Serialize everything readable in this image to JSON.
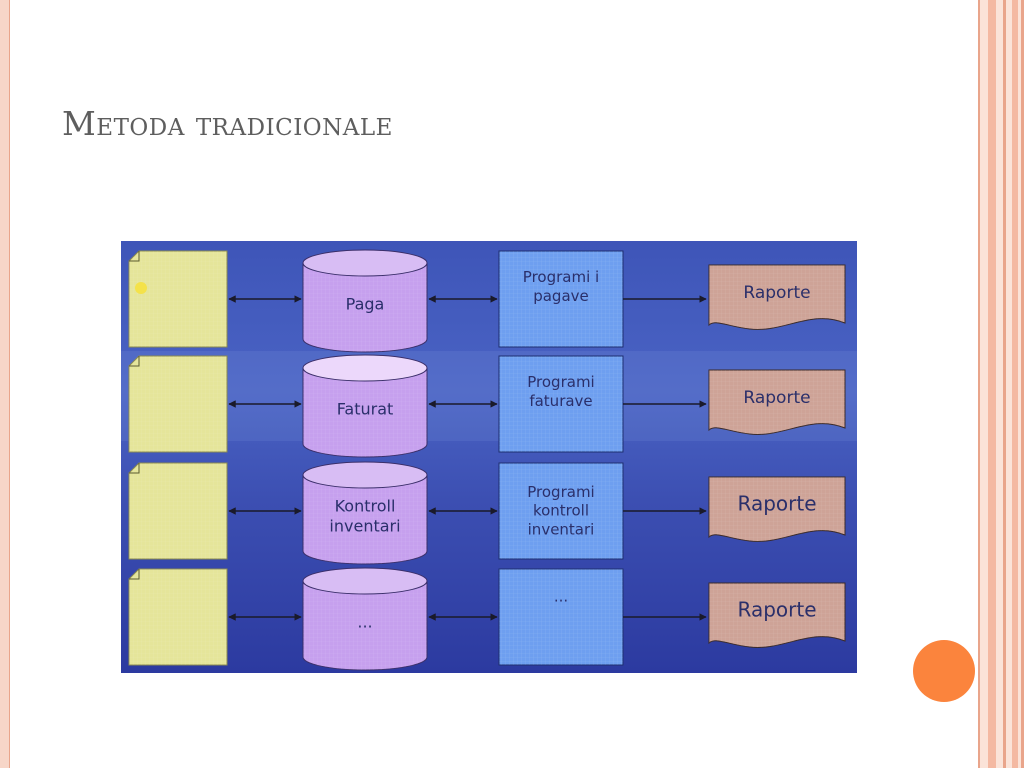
{
  "slide": {
    "title": "Metoda tradicionale"
  },
  "colors": {
    "accent": "#fb843d",
    "frame_border": "#e9a58b",
    "document_fill": "#e5e59a",
    "database_fill": "#c6a0ee",
    "program_fill": "#6e9ff0",
    "report_fill": "#cea397",
    "background_blue": "#3f51b4"
  },
  "diagram": {
    "rows": [
      {
        "database": [
          "Paga"
        ],
        "program": [
          "Programi i",
          "pagave"
        ],
        "report": "Raporte"
      },
      {
        "database": [
          "Faturat"
        ],
        "program": [
          "Programi",
          "faturave"
        ],
        "report": "Raporte"
      },
      {
        "database": [
          "Kontroll",
          "inventari"
        ],
        "program": [
          "Programi",
          "kontroll",
          "inventari"
        ],
        "report": "Raporte"
      },
      {
        "database": [
          "..."
        ],
        "program": [
          "..."
        ],
        "report": "Raporte"
      }
    ]
  }
}
